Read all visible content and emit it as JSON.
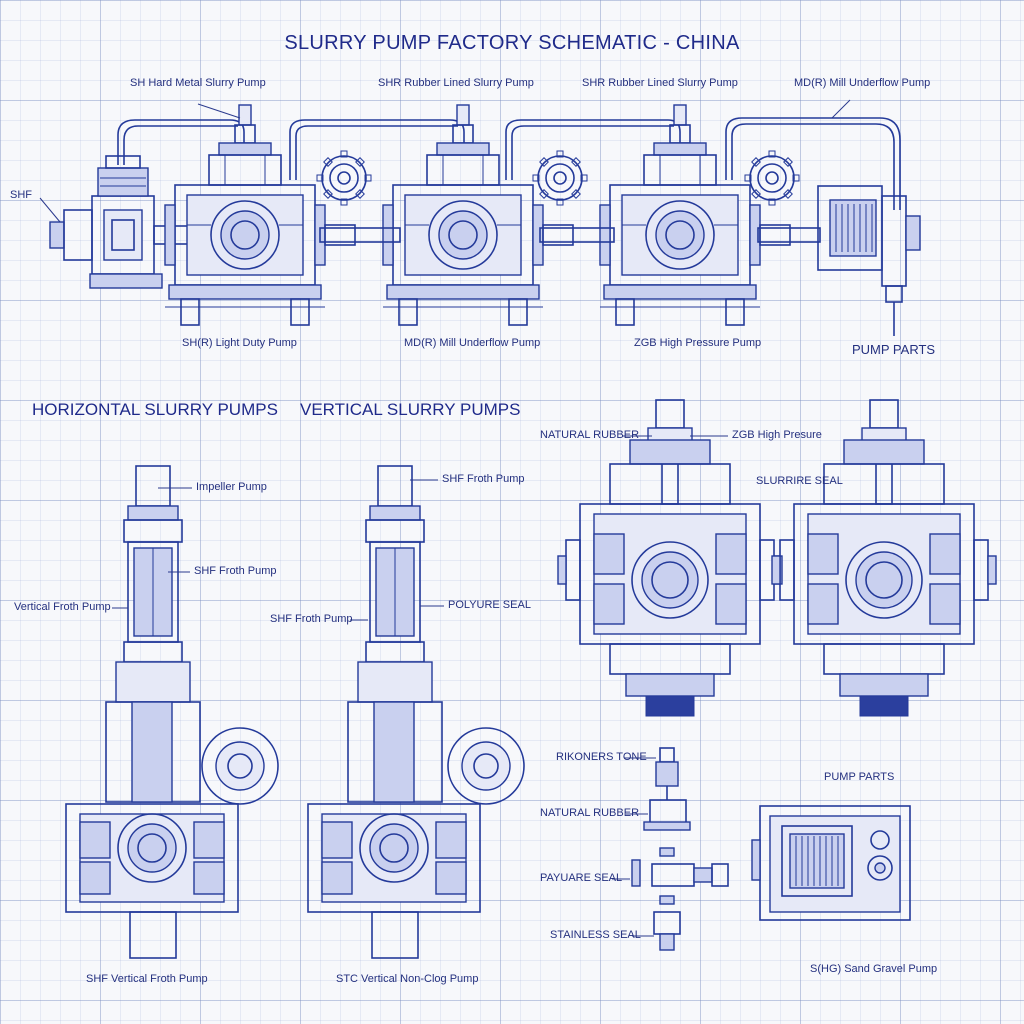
{
  "title": "SLURRY PUMP FACTORY SCHEMATIC - CHINA",
  "top_row": {
    "labels_top": [
      "SH Hard Metal Slurry Pump",
      "SHR Rubber Lined Slurry Pump",
      "SHR Rubber Lined Slurry Pump",
      "MD(R) Mill Underflow Pump"
    ],
    "label_left": "SHF",
    "labels_bottom": [
      "SH(R) Light Duty Pump",
      "MD(R) Mill Underflow Pump",
      "ZGB High Pressure Pump"
    ],
    "label_right": "PUMP PARTS"
  },
  "sections": {
    "horizontal": "HORIZONTAL SLURRY PUMPS",
    "vertical": "VERTICAL SLURRY PUMPS"
  },
  "vertical_left": {
    "top": "Impeller Pump",
    "middle": "SHF Froth Pump",
    "left": "Vertical Froth Pump",
    "bottom": "SHF Vertical Froth Pump"
  },
  "vertical_right": {
    "top": "SHF Froth Pump",
    "right": "POLYURE SEAL",
    "left": "SHF Froth Pump",
    "bottom": "STC Vertical Non-Clog Pump"
  },
  "parts_top": {
    "left": "NATURAL RUBBER",
    "right": "ZGB High Presure",
    "seal": "SLURRIRE SEAL"
  },
  "parts_bottom": {
    "stack": [
      "RIKONERS TONE",
      "NATURAL RUBBER",
      "PAYUARE SEAL",
      "STAINLESS SEAL"
    ],
    "pump_parts": "PUMP PARTS",
    "sand_gravel": "S(HG) Sand Gravel Pump"
  }
}
